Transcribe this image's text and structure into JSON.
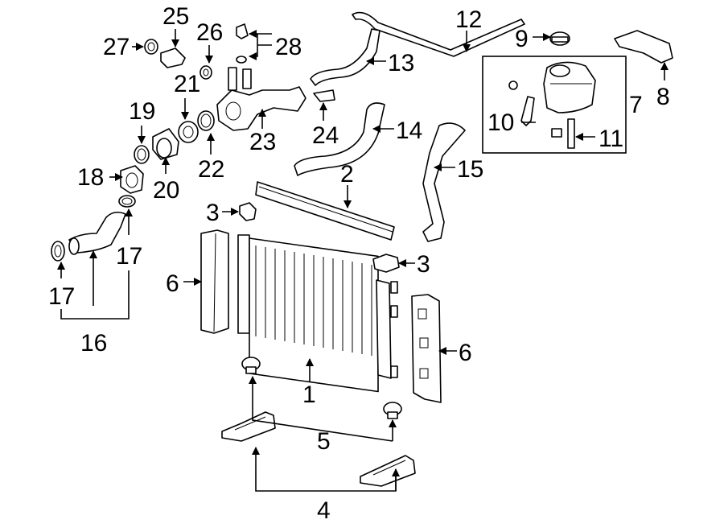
{
  "callouts": {
    "c1": "1",
    "c2": "2",
    "c3a": "3",
    "c3b": "3",
    "c4": "4",
    "c5": "5",
    "c6a": "6",
    "c6b": "6",
    "c7": "7",
    "c8": "8",
    "c9": "9",
    "c10": "10",
    "c11": "11",
    "c12": "12",
    "c13": "13",
    "c14": "14",
    "c15": "15",
    "c16": "16",
    "c17a": "17",
    "c17b": "17",
    "c18": "18",
    "c19": "19",
    "c20": "20",
    "c21": "21",
    "c22": "22",
    "c23": "23",
    "c24": "24",
    "c25": "25",
    "c26": "26",
    "c27": "27",
    "c28": "28"
  }
}
